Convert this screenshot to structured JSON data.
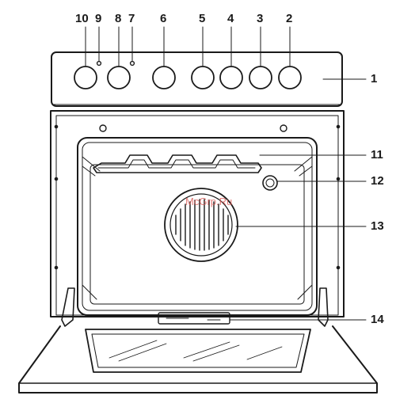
{
  "callouts": {
    "c1": "1",
    "c2": "2",
    "c3": "3",
    "c4": "4",
    "c5": "5",
    "c6": "6",
    "c7": "7",
    "c8": "8",
    "c9": "9",
    "c10": "10",
    "c11": "11",
    "c12": "12",
    "c13": "13",
    "c14": "14"
  },
  "watermark": "McGrp.Ru",
  "colors": {
    "line": "#1a1a1a",
    "watermark": "#d9534f"
  }
}
